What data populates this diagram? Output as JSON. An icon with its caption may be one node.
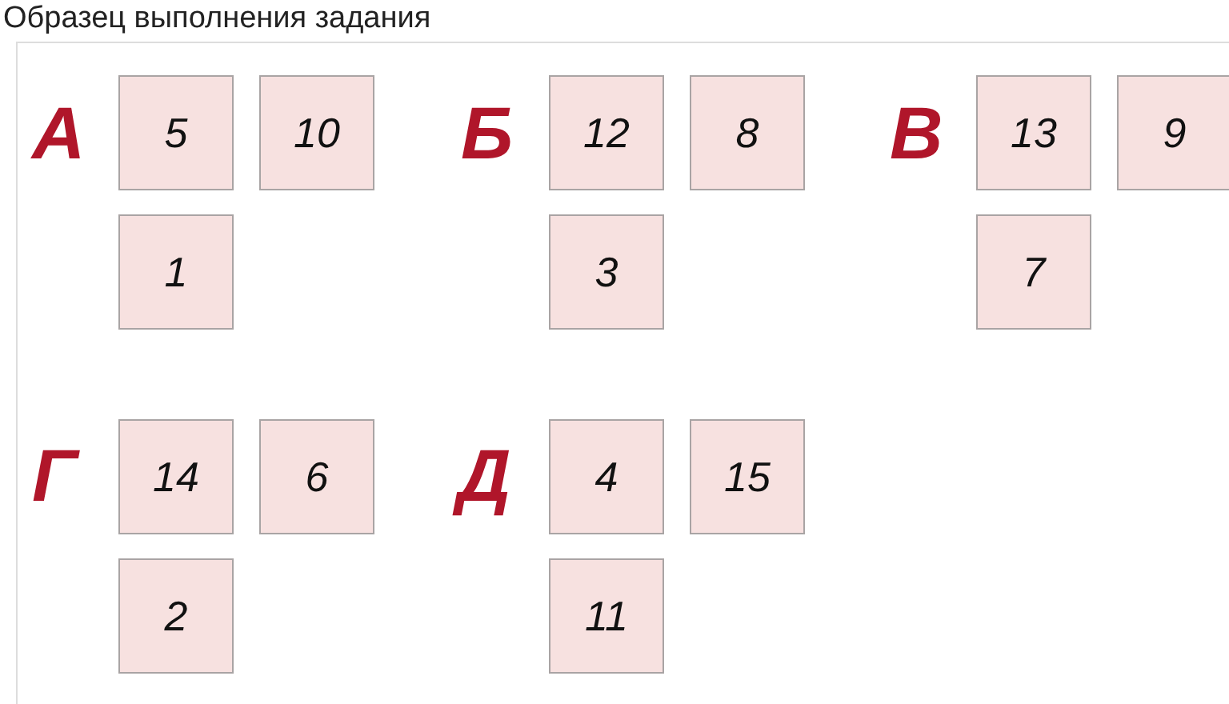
{
  "diagram": {
    "title": "Образец выполнения задания",
    "nodes": [
      {
        "text": [
          "5"
        ]
      },
      {
        "text": [
          "10"
        ]
      },
      {
        "text": [
          "12"
        ]
      },
      {
        "text": [
          "8"
        ]
      },
      {
        "text": [
          "13"
        ]
      },
      {
        "text": [
          "9"
        ]
      },
      {
        "text": [
          "1"
        ]
      },
      {
        "text": [
          "3"
        ]
      },
      {
        "text": [
          "7"
        ]
      },
      {
        "text": [
          "14"
        ]
      },
      {
        "text": [
          "6"
        ]
      },
      {
        "text": [
          "4"
        ]
      },
      {
        "text": [
          "15"
        ]
      },
      {
        "text": [
          "2"
        ]
      },
      {
        "text": [
          "11"
        ]
      }
    ],
    "edges": [],
    "labels": [
      "А",
      "Б",
      "В",
      "Г",
      "Д"
    ]
  }
}
